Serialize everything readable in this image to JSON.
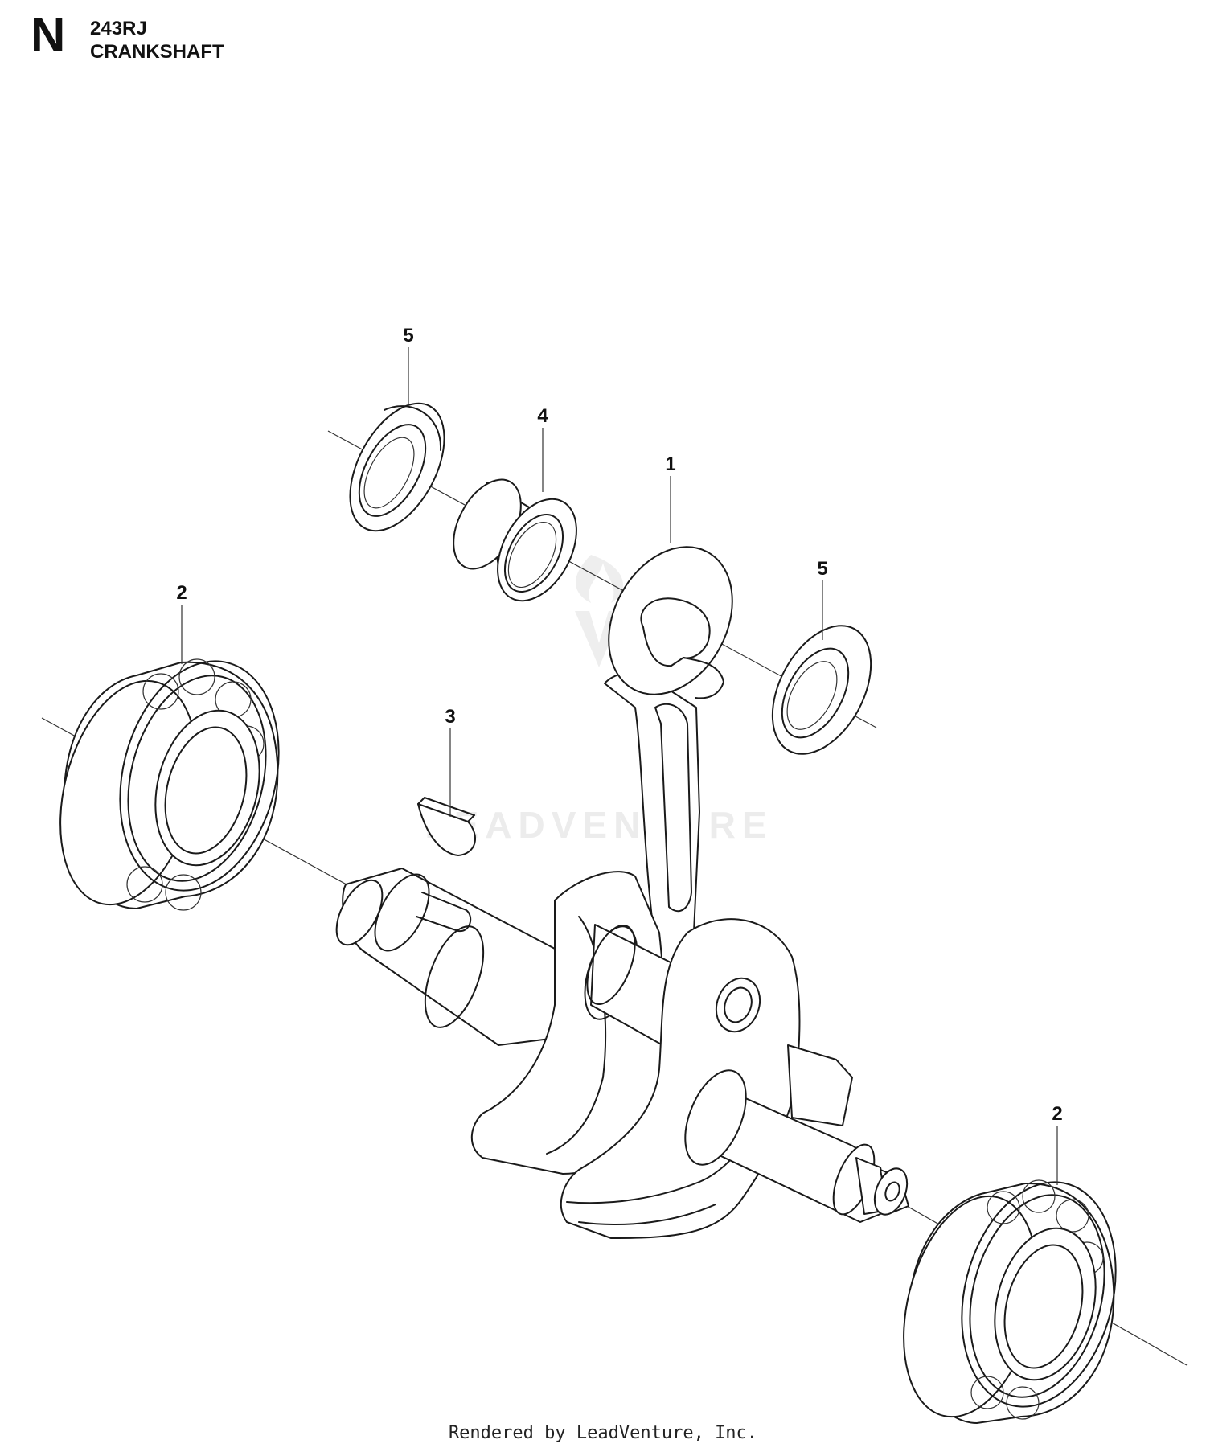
{
  "header": {
    "section_letter": "N",
    "model": "243RJ",
    "title": "CRANKSHAFT"
  },
  "callouts": [
    {
      "id": "callout-1",
      "label": "1"
    },
    {
      "id": "callout-2-left",
      "label": "2"
    },
    {
      "id": "callout-2-right",
      "label": "2"
    },
    {
      "id": "callout-3",
      "label": "3"
    },
    {
      "id": "callout-4",
      "label": "4"
    },
    {
      "id": "callout-5-top",
      "label": "5"
    },
    {
      "id": "callout-5-right",
      "label": "5"
    }
  ],
  "watermark": "LEADVENTURE",
  "footer": "Rendered by LeadVenture, Inc."
}
